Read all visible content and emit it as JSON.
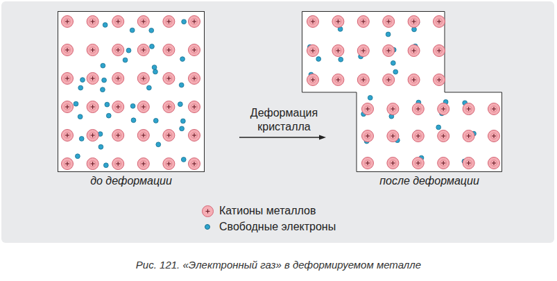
{
  "diagram": {
    "caption": "Рис. 121. «Электронный газ» в деформируемом металле",
    "nodes": [
      {
        "text": [
          "до деформации"
        ]
      },
      {
        "text": [
          "после деформации"
        ]
      }
    ],
    "edges": [
      {
        "from": 0,
        "to": 1,
        "arrow": "to",
        "label": "Деформация кристалла"
      }
    ],
    "legend": [
      {
        "text": "Катионы металлов",
        "color": "#f5aeb5"
      },
      {
        "text": "Свободные электроны",
        "color": "#2ea3cc"
      }
    ]
  }
}
